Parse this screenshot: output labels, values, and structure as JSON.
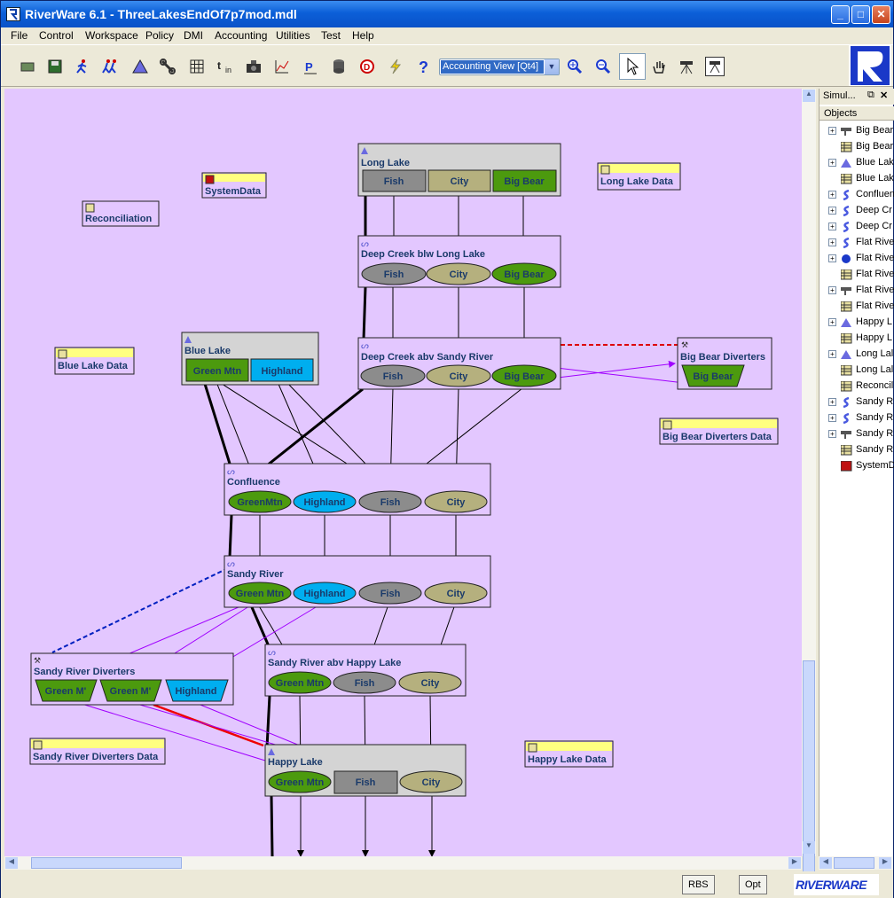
{
  "window": {
    "title": "RiverWare 6.1 - ThreeLakesEndOf7p7mod.mdl"
  },
  "menu": [
    "File",
    "Control",
    "Workspace",
    "Policy",
    "DMI",
    "Accounting",
    "Utilities",
    "Test",
    "Help"
  ],
  "toolbar": {
    "view_select": "Accounting View [Qt4]"
  },
  "objects": {
    "long_lake": "Long Lake",
    "deep_creek_blw": "Deep Creek blw Long Lake",
    "deep_creek_abv": "Deep Creek abv Sandy River",
    "blue_lake": "Blue Lake",
    "confluence": "Confluence",
    "sandy_river": "Sandy River",
    "sandy_river_abv": "Sandy River abv Happy Lake",
    "happy_lake": "Happy Lake",
    "sandy_diverters": "Sandy River Diverters",
    "big_bear_diverters": "Big Bear Diverters",
    "system_data": "SystemData",
    "reconciliation": "Reconciliation",
    "long_lake_data": "Long Lake Data",
    "blue_lake_data": "Blue Lake Data",
    "big_bear_div_data": "Big Bear Diverters Data",
    "sandy_div_data": "Sandy River Diverters Data",
    "happy_lake_data": "Happy Lake Data"
  },
  "accounts": {
    "fish": "Fish",
    "city": "City",
    "big_bear": "Big Bear",
    "green_mtn": "Green Mtn",
    "greenmtn": "GreenMtn",
    "highland": "Highland",
    "green_m": "Green M'"
  },
  "panel": {
    "title": "Simul...",
    "header": "Objects",
    "items": [
      "Big Bear",
      "Big Bear",
      "Blue Lak",
      "Blue Lak",
      "Confluen",
      "Deep Cr",
      "Deep Cr",
      "Flat Rive",
      "Flat Rive",
      "Flat Rive",
      "Flat Rive",
      "Flat Rive",
      "Happy L",
      "Happy L",
      "Long Lal",
      "Long Lal",
      "Reconcil",
      "Sandy R",
      "Sandy R",
      "Sandy R",
      "Sandy R",
      "SystemD"
    ]
  },
  "status": {
    "rbs": "RBS",
    "opt": "Opt",
    "brand": "RIVERWARE"
  },
  "colors": {
    "workspace": "#e3c7ff",
    "fish": "#8c8c8c",
    "city": "#b5b07e",
    "bigbear": "#4c9a0e",
    "highland": "#00aeef",
    "label": "#1a3a6a",
    "accent": "#a000ff"
  }
}
